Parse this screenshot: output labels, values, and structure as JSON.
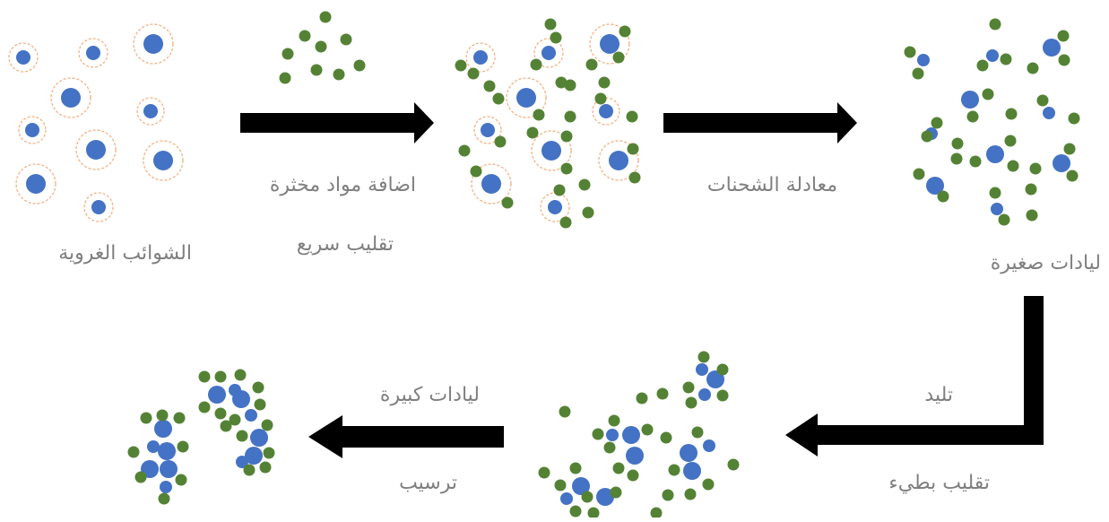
{
  "colors": {
    "particle": "#4472c4",
    "additive": "#548235",
    "halo": "#f4b183",
    "arrow": "#000000",
    "text": "#7f7f7f"
  },
  "labels": {
    "colloids": "الشوائب الغروية",
    "add_coagulants": "اضافة مواد مخثرة",
    "rapid_mixing": "تقليب سريع",
    "charge_neutralization": "معادلة الشحنات",
    "small_flocs": "ليادات صغيرة",
    "flocculation": "تليد",
    "slow_mixing": "تقليب بطيء",
    "large_flocs": "ليادات كبيرة",
    "sedimentation": "ترسيب"
  },
  "icons": {
    "process_arrow": "thick-black-arrow",
    "particle": "blue-circle",
    "additive": "green-dot"
  }
}
